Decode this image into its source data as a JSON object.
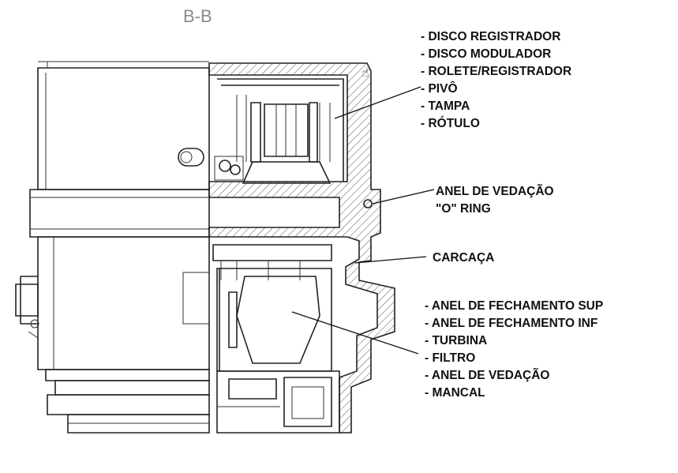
{
  "section_title": "B-B",
  "label_groups": [
    {
      "id": "top",
      "items": [
        "- DISCO REGISTRADOR",
        "- DISCO MODULADOR",
        "- ROLETE/REGISTRADOR",
        "- PIVÔ",
        "- TAMPA",
        "- RÓTULO"
      ]
    },
    {
      "id": "oring",
      "items": [
        "ANEL DE VEDAÇÃO",
        "\"O\" RING"
      ]
    },
    {
      "id": "carcaca",
      "items": [
        "CARCAÇA"
      ]
    },
    {
      "id": "bottom",
      "items": [
        "- ANEL DE FECHAMENTO SUP",
        "- ANEL DE FECHAMENTO INF",
        "- TURBINA",
        "- FILTRO",
        "- ANEL DE VEDAÇÃO",
        "- MANCAL"
      ]
    }
  ]
}
